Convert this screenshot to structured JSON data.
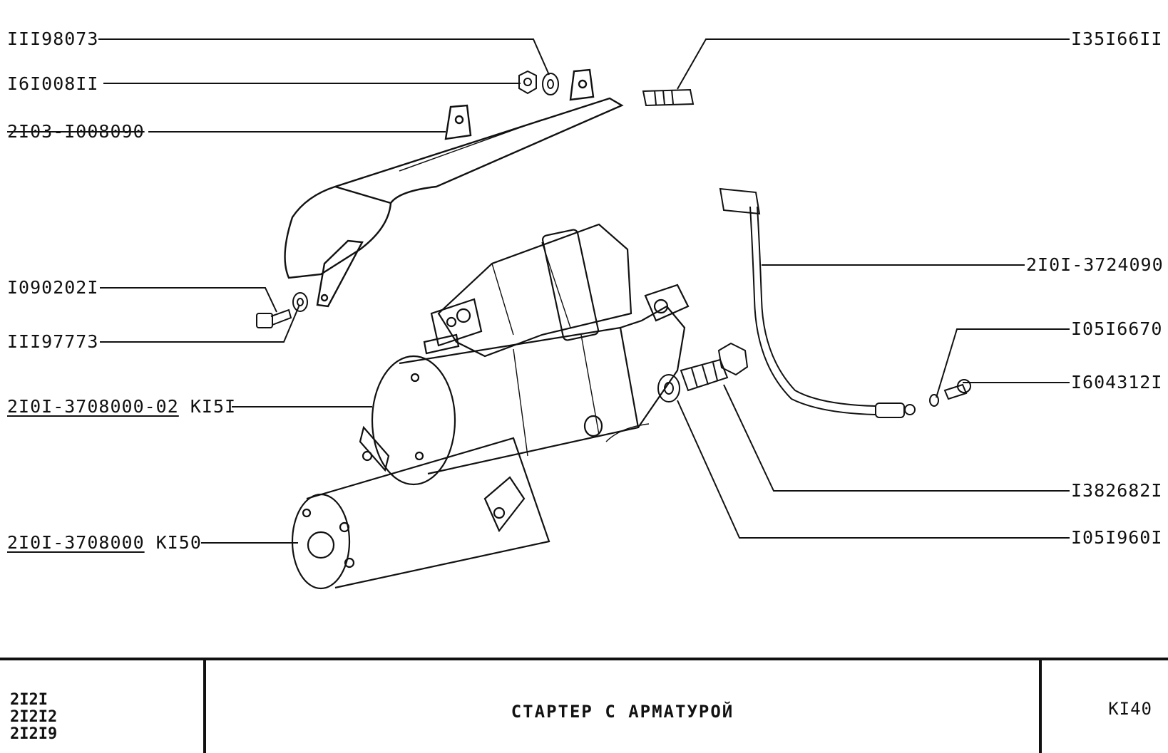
{
  "labels": {
    "p_111198073": "III98073",
    "p_161008ii": "I6I008II",
    "p_2103_1008090": "2I03-I008090",
    "p_10902021": "I090202I",
    "p_11197773": "III97773",
    "p_starter_02": "2I0I-3708000-02",
    "p_starter_02_ref": "KI5I",
    "p_starter": "2I0I-3708000",
    "p_starter_ref": "KI50",
    "p_13516611": "I35I66II",
    "p_wire": "2I0I-3724090",
    "p_10516670": "I05I6670",
    "p_16043121": "I604312I",
    "p_13826821": "I382682I",
    "p_10519601": "I05I960I"
  },
  "title_block": {
    "models": [
      "2I2I",
      "2I2I2",
      "2I2I9"
    ],
    "title": "СТАРТЕР С АРМАТУРОЙ",
    "code": "KI40"
  }
}
